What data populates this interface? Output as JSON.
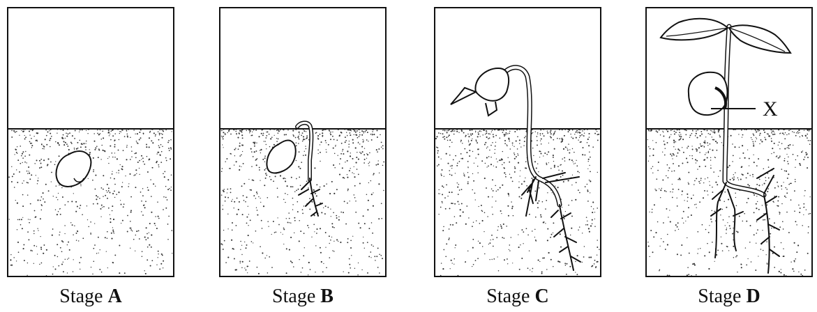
{
  "stages": [
    {
      "prefix": "Stage",
      "letter": "A"
    },
    {
      "prefix": "Stage",
      "letter": "B"
    },
    {
      "prefix": "Stage",
      "letter": "C"
    },
    {
      "prefix": "Stage",
      "letter": "D"
    }
  ],
  "label_x": "X",
  "icons": [
    "seed-icon",
    "seedling-icon",
    "root-icon",
    "leaf-icon"
  ],
  "colors": {
    "line": "#111111",
    "soil_dots": "#333333",
    "background": "#ffffff"
  }
}
